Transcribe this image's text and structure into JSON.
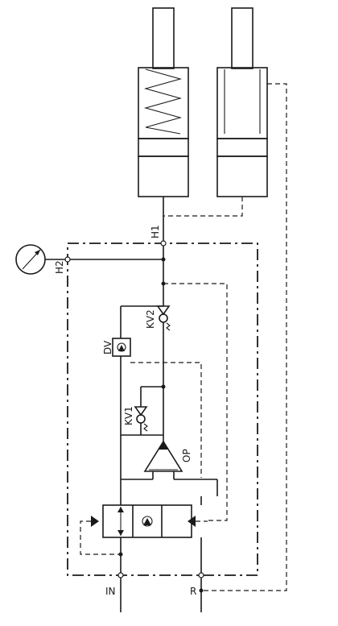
{
  "labels": {
    "h1": "H1",
    "h2": "H2",
    "kv1": "KV1",
    "kv2": "KV2",
    "dv": "DV",
    "op": "OP",
    "in": "IN",
    "r": "R"
  }
}
